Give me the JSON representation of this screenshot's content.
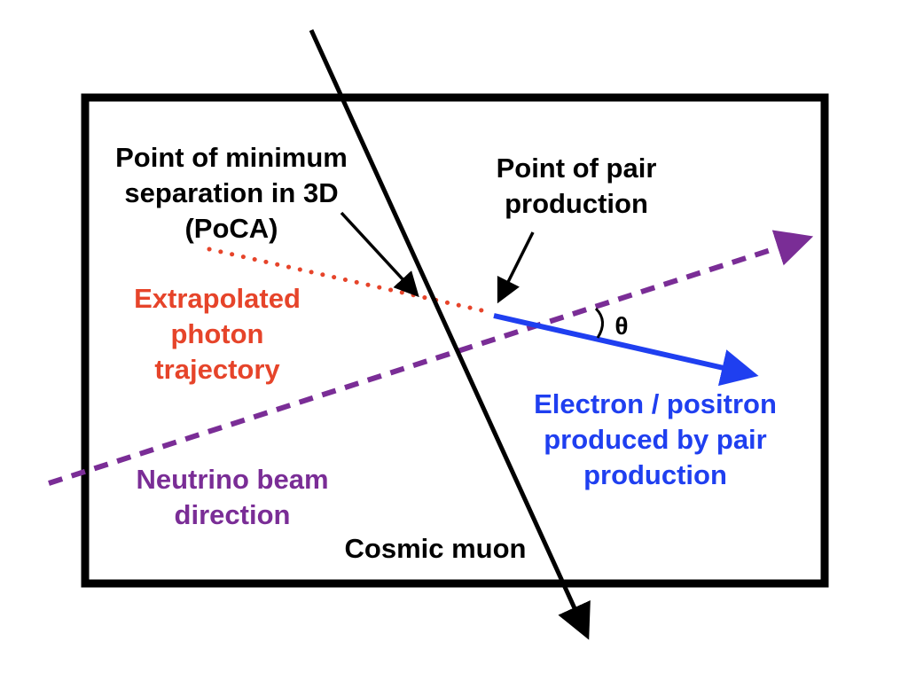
{
  "labels": {
    "poca": [
      "Point of minimum",
      "separation in 3D",
      "(PoCA)"
    ],
    "pair_point": [
      "Point of pair",
      "production"
    ],
    "photon": [
      "Extrapolated",
      "photon",
      "trajectory"
    ],
    "electron": [
      "Electron / positron",
      "produced by pair",
      "production"
    ],
    "neutrino": [
      "Neutrino beam",
      "direction"
    ],
    "muon": "Cosmic muon",
    "angle": "θ"
  },
  "colors": {
    "frame": "#000000",
    "muon": "#000000",
    "photon": "#e6442a",
    "neutrino": "#7a2d96",
    "electron": "#1f3ff0",
    "text_black": "#000000"
  }
}
